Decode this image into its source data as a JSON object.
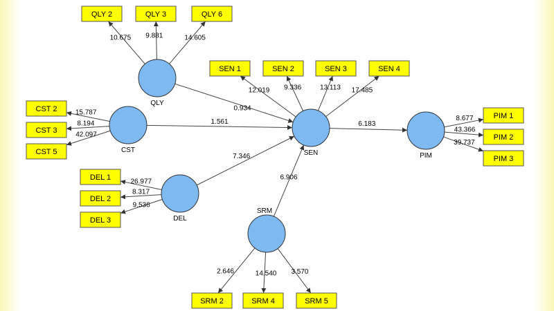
{
  "colors": {
    "construct": "#7eb9f2",
    "indicator": "#ffff00"
  },
  "constructs": [
    {
      "id": "QLY",
      "label": "QLY"
    },
    {
      "id": "CST",
      "label": "CST"
    },
    {
      "id": "DEL",
      "label": "DEL"
    },
    {
      "id": "SRM",
      "label": "SRM"
    },
    {
      "id": "SEN",
      "label": "SEN"
    },
    {
      "id": "PIM",
      "label": "PIM"
    }
  ],
  "indicators": [
    {
      "id": "QLY2",
      "label": "QLY 2"
    },
    {
      "id": "QLY3",
      "label": "QLY 3"
    },
    {
      "id": "QLY6",
      "label": "QLY 6"
    },
    {
      "id": "SEN1",
      "label": "SEN 1"
    },
    {
      "id": "SEN2",
      "label": "SEN 2"
    },
    {
      "id": "SEN3",
      "label": "SEN 3"
    },
    {
      "id": "SEN4",
      "label": "SEN 4"
    },
    {
      "id": "CST2",
      "label": "CST 2"
    },
    {
      "id": "CST3",
      "label": "CST 3"
    },
    {
      "id": "CST5",
      "label": "CST 5"
    },
    {
      "id": "DEL1",
      "label": "DEL 1"
    },
    {
      "id": "DEL2",
      "label": "DEL 2"
    },
    {
      "id": "DEL3",
      "label": "DEL 3"
    },
    {
      "id": "SRM2",
      "label": "SRM 2"
    },
    {
      "id": "SRM4",
      "label": "SRM 4"
    },
    {
      "id": "SRM5",
      "label": "SRM 5"
    },
    {
      "id": "PIM1",
      "label": "PIM 1"
    },
    {
      "id": "PIM2",
      "label": "PIM 2"
    },
    {
      "id": "PIM3",
      "label": "PIM 3"
    }
  ],
  "paths": [
    {
      "from": "QLY",
      "to": "QLY2",
      "value": "10.675"
    },
    {
      "from": "QLY",
      "to": "QLY3",
      "value": "9.881"
    },
    {
      "from": "QLY",
      "to": "QLY6",
      "value": "14.605"
    },
    {
      "from": "SEN",
      "to": "SEN1",
      "value": "12.019"
    },
    {
      "from": "SEN",
      "to": "SEN2",
      "value": "9.336"
    },
    {
      "from": "SEN",
      "to": "SEN3",
      "value": "13.113"
    },
    {
      "from": "SEN",
      "to": "SEN4",
      "value": "17.485"
    },
    {
      "from": "CST",
      "to": "CST2",
      "value": "15.787"
    },
    {
      "from": "CST",
      "to": "CST3",
      "value": "8.194"
    },
    {
      "from": "CST",
      "to": "CST5",
      "value": "42.097"
    },
    {
      "from": "DEL",
      "to": "DEL1",
      "value": "26.977"
    },
    {
      "from": "DEL",
      "to": "DEL2",
      "value": "8.317"
    },
    {
      "from": "DEL",
      "to": "DEL3",
      "value": "9.536"
    },
    {
      "from": "SRM",
      "to": "SRM2",
      "value": "2.646"
    },
    {
      "from": "SRM",
      "to": "SRM4",
      "value": "14.540"
    },
    {
      "from": "SRM",
      "to": "SRM5",
      "value": "3.570"
    },
    {
      "from": "PIM",
      "to": "PIM1",
      "value": "8.677"
    },
    {
      "from": "PIM",
      "to": "PIM2",
      "value": "43.366"
    },
    {
      "from": "PIM",
      "to": "PIM3",
      "value": "39.737"
    },
    {
      "from": "QLY",
      "to": "SEN",
      "value": "0.934"
    },
    {
      "from": "CST",
      "to": "SEN",
      "value": "1.561"
    },
    {
      "from": "DEL",
      "to": "SEN",
      "value": "7.346"
    },
    {
      "from": "SRM",
      "to": "SEN",
      "value": "6.906"
    },
    {
      "from": "SEN",
      "to": "PIM",
      "value": "6.183"
    }
  ]
}
